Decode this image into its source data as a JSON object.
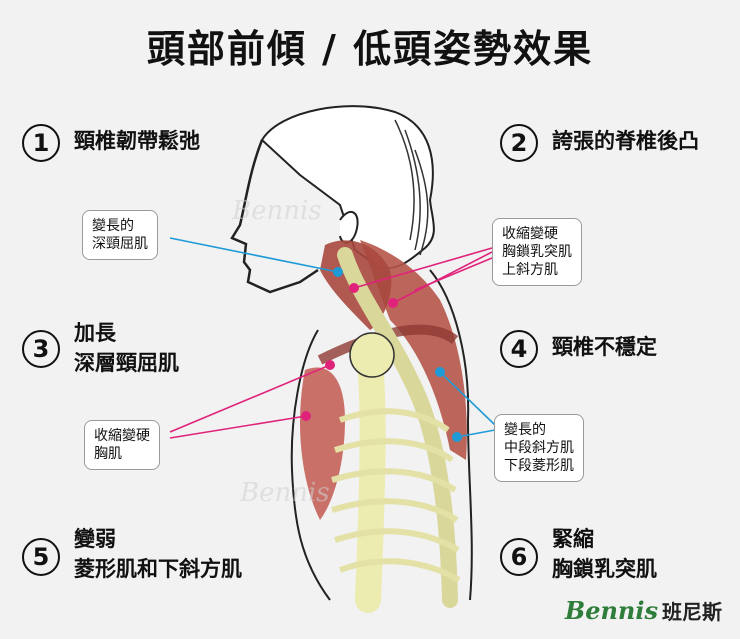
{
  "title": "頭部前傾 / 低頭姿勢效果",
  "effects": [
    {
      "num": "1",
      "text": "頸椎韌帶鬆弛"
    },
    {
      "num": "2",
      "text": "誇張的脊椎後凸"
    },
    {
      "num": "3",
      "line1": "加長",
      "line2": "深層頸屈肌"
    },
    {
      "num": "4",
      "text": "頸椎不穩定"
    },
    {
      "num": "5",
      "line1": "變弱",
      "line2": "菱形肌和下斜方肌"
    },
    {
      "num": "6",
      "line1": "緊縮",
      "line2": "胸鎖乳突肌"
    }
  ],
  "callouts": {
    "deep_flexors": {
      "line1": "變長的",
      "line2": "深頸屈肌"
    },
    "neck_tight": {
      "line1": "收縮變硬",
      "line2": "胸鎖乳突肌",
      "line3": "上斜方肌"
    },
    "pectorals": {
      "line1": "收縮變硬",
      "line2": "胸肌"
    },
    "mid_back": {
      "line1": "變長的",
      "line2": "中段斜方肌",
      "line3": "下段菱形肌"
    }
  },
  "colors": {
    "blue": "#1e9bd7",
    "pink": "#e0237a",
    "muscle": "#b5554a",
    "bone": "#ecebb0"
  },
  "watermark": "Bennis",
  "logo": {
    "brand": "Bennis",
    "chinese": "班尼斯"
  }
}
